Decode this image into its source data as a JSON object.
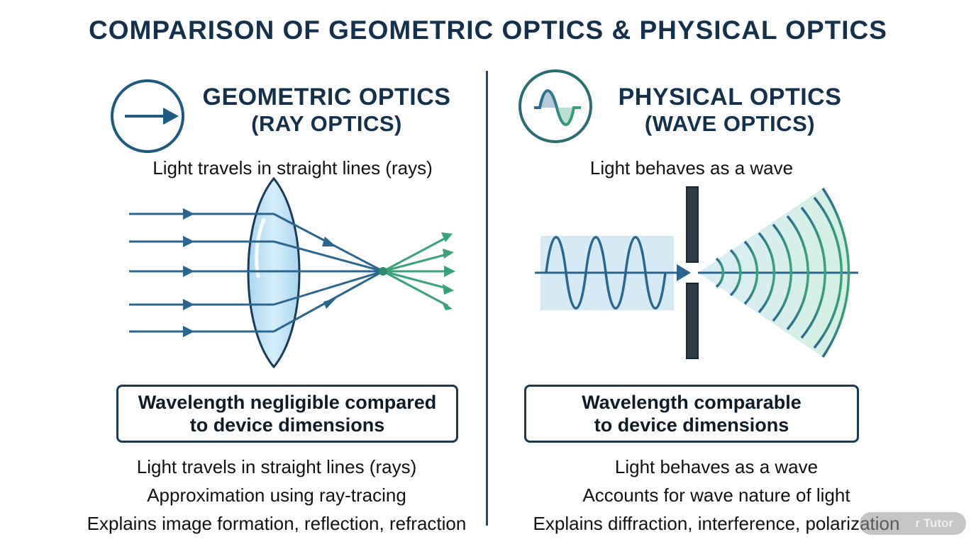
{
  "title": "COMPARISON OF GEOMETRIC OPTICS & PHYSICAL OPTICS",
  "left": {
    "heading_line1": "GEOMETRIC OPTICS",
    "heading_line2": "(RAY OPTICS)",
    "icon": "arrow-right-icon",
    "lead": "Light travels in straight lines (rays)",
    "box_line1": "Wavelength negligible compared",
    "box_line2": "to device dimensions",
    "bullets": [
      "Light travels in straight lines (rays)",
      "Approximation using ray-tracing",
      "Explains image formation, reflection, refraction"
    ]
  },
  "right": {
    "heading_line1": "PHYSICAL OPTICS",
    "heading_line2": "(WAVE OPTICS)",
    "icon": "sine-wave-icon",
    "lead": "Light behaves as a wave",
    "box_line1": "Wavelength comparable",
    "box_line2": "to device dimensions",
    "bullets": [
      "Light behaves as a wave",
      "Accounts for wave nature of light",
      "Explains diffraction, interference, polarization"
    ]
  },
  "watermark": "r Tutor",
  "colors": {
    "navy": "#15304a",
    "ray_blue": "#2a6690",
    "ray_green": "#3aa37a",
    "lens_fill": "#bfe1f4"
  }
}
